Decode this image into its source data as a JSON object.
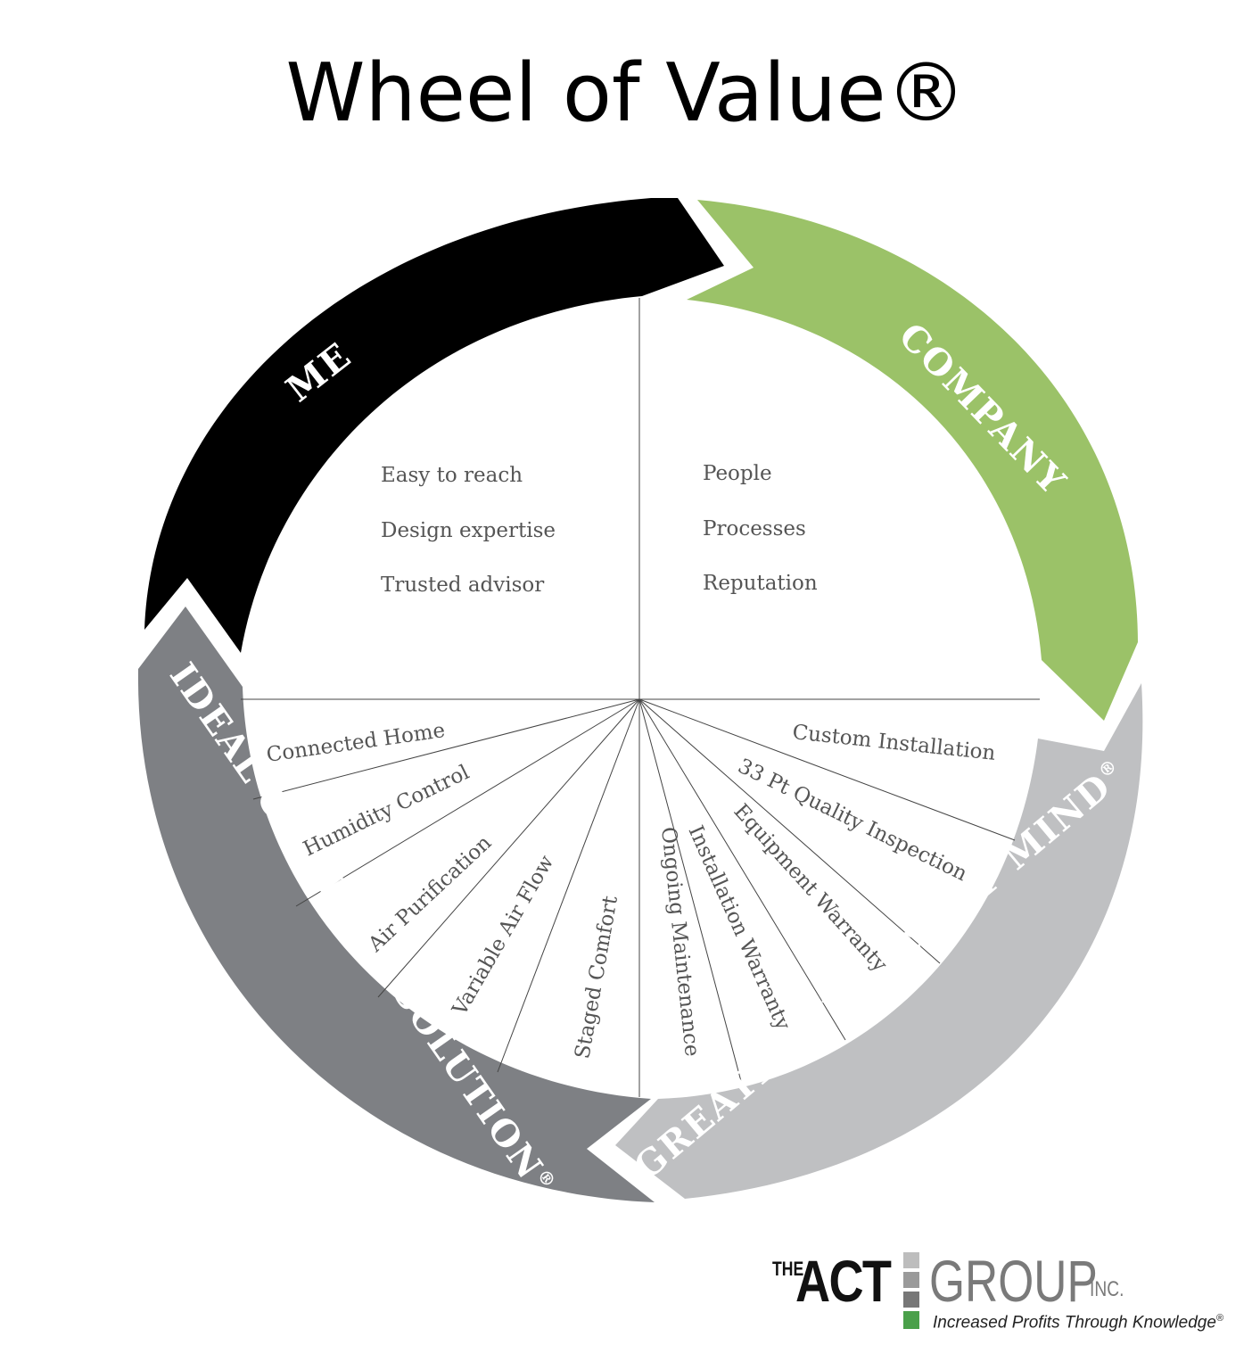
{
  "title": "Wheel of Value®",
  "segments": {
    "me": {
      "label": "ME",
      "color": "#000000"
    },
    "company": {
      "label": "COMPANY",
      "color": "#9bc268"
    },
    "peace": {
      "label": "GREATEST PEACE OF MIND",
      "mark": "®",
      "color": "#bfc0c2"
    },
    "comfort": {
      "label": "IDEAL COMFORT SOLUTION",
      "mark": "®",
      "color": "#7e8084"
    }
  },
  "me_items": [
    "Easy to reach",
    "Design expertise",
    "Trusted advisor"
  ],
  "company_items": [
    "People",
    "Processes",
    "Reputation"
  ],
  "comfort_items": [
    "Connected Home",
    "Humidity Control",
    "Air Purification",
    "Variable Air Flow",
    "Staged Comfort"
  ],
  "peace_items": [
    "Custom Installation",
    "33 Pt Quality Inspection",
    "Equipment Warranty",
    "Installation Warranty",
    "Ongoing Maintenance"
  ],
  "logo": {
    "the": "THE",
    "act": "ACT",
    "group": "GROUP",
    "inc": "INC.",
    "tagline": "Increased Profits Through Knowledge",
    "tagline_mark": "®"
  }
}
